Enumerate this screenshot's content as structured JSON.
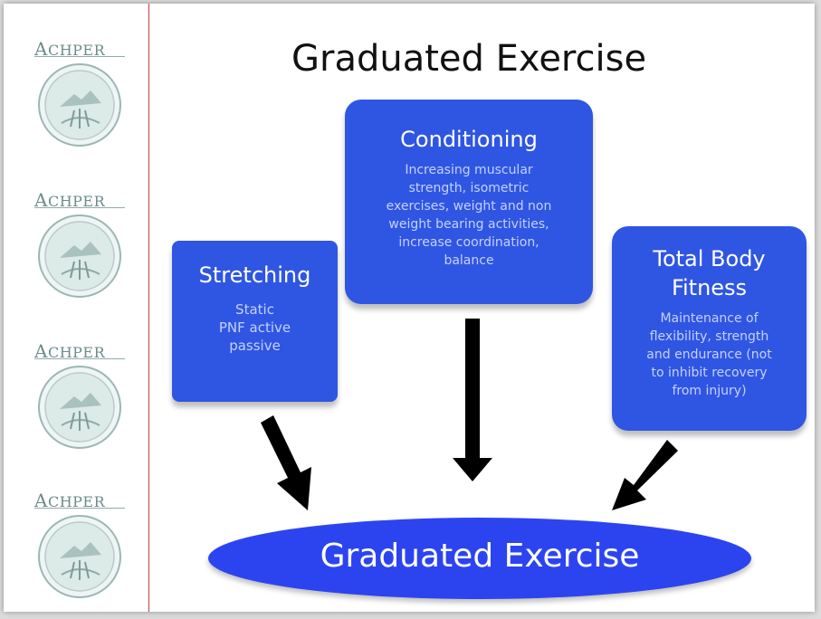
{
  "title": "Graduated Exercise",
  "sidebar": {
    "logos": [
      {
        "text_first": "A",
        "text_rest": "CHPER"
      },
      {
        "text_first": "A",
        "text_rest": "CHPER"
      },
      {
        "text_first": "A",
        "text_rest": "CHPER"
      },
      {
        "text_first": "A",
        "text_rest": "CHPER"
      }
    ]
  },
  "boxes": {
    "stretching": {
      "heading": "Stretching",
      "body": "Static\nPNF active\npassive"
    },
    "conditioning": {
      "heading": "Conditioning",
      "body": "Increasing muscular\nstrength, isometric\nexercises, weight and non\nweight bearing activities,\nincrease coordination,\nbalance"
    },
    "fitness": {
      "heading": "Total Body\nFitness",
      "body": "Maintenance of\nflexibility, strength\nand endurance (not\nto inhibit recovery\nfrom injury)"
    }
  },
  "result": {
    "label": "Graduated Exercise"
  },
  "colors": {
    "box_blue": "#2f56e3",
    "ellipse_blue": "#2c44f0",
    "divider_red": "#c2403a",
    "logo_teal": "#6c8c8a"
  }
}
